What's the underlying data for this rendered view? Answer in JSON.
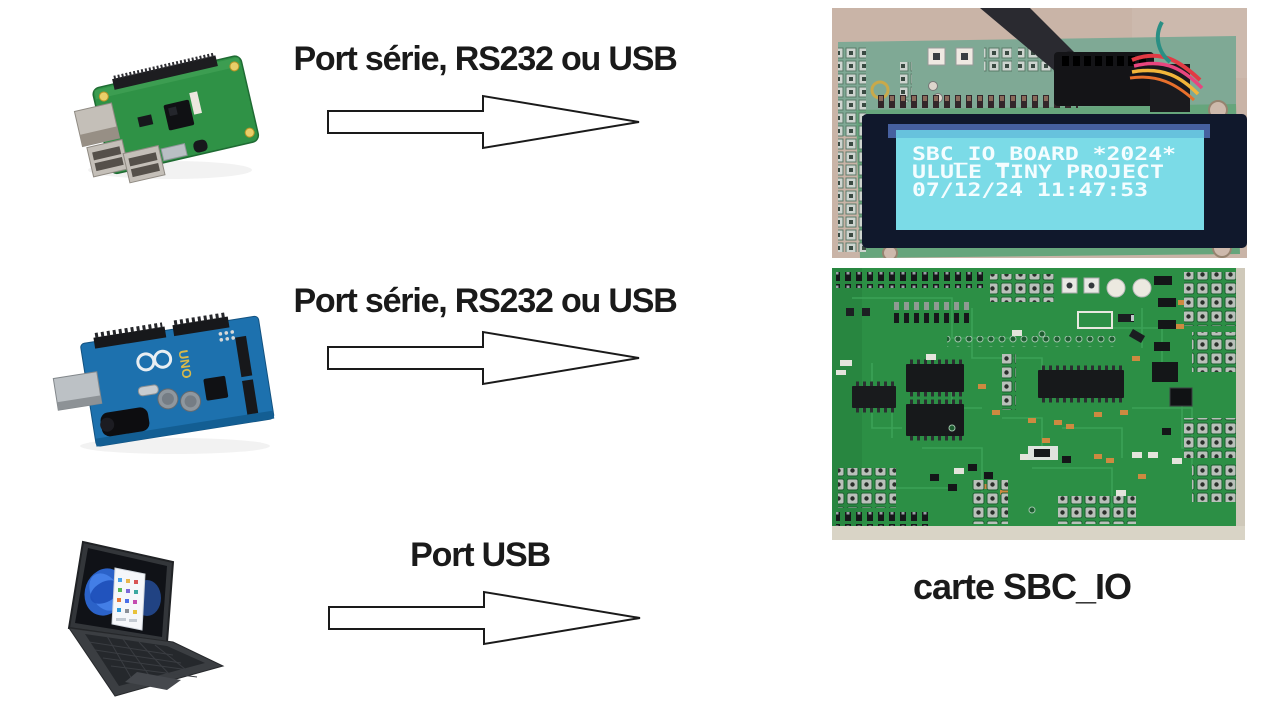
{
  "rows": [
    {
      "device": "raspberry-pi",
      "label": "Port série, RS232 ou USB"
    },
    {
      "device": "arduino-uno",
      "label": "Port série, RS232 ou USB"
    },
    {
      "device": "pc-laptop",
      "label": "Port USB"
    }
  ],
  "target": {
    "caption": "carte SBC_IO",
    "lcd": {
      "line1": "SBC_IO_BOARD *2024*",
      "line2": "ULULE TINY PROJECT",
      "line3": "07/12/24 11:47:53"
    }
  },
  "arduino_markings": {
    "logo_text": "UNO"
  },
  "colors": {
    "label_text": "#1a1a1a",
    "arrow_fill": "#ffffff",
    "arrow_stroke": "#1a1a1a",
    "photo_background_beige": "#c9b4a7",
    "pcb_green_top_photo": "#7fa995",
    "pcb_green_bottom_photo": "#2c8f45",
    "lcd_screen_cyan": "#7bdbe7",
    "lcd_frame_navy": "#10182c",
    "arduino_blue": "#1d71ae",
    "raspberry_pcb_green": "#2f9246"
  }
}
